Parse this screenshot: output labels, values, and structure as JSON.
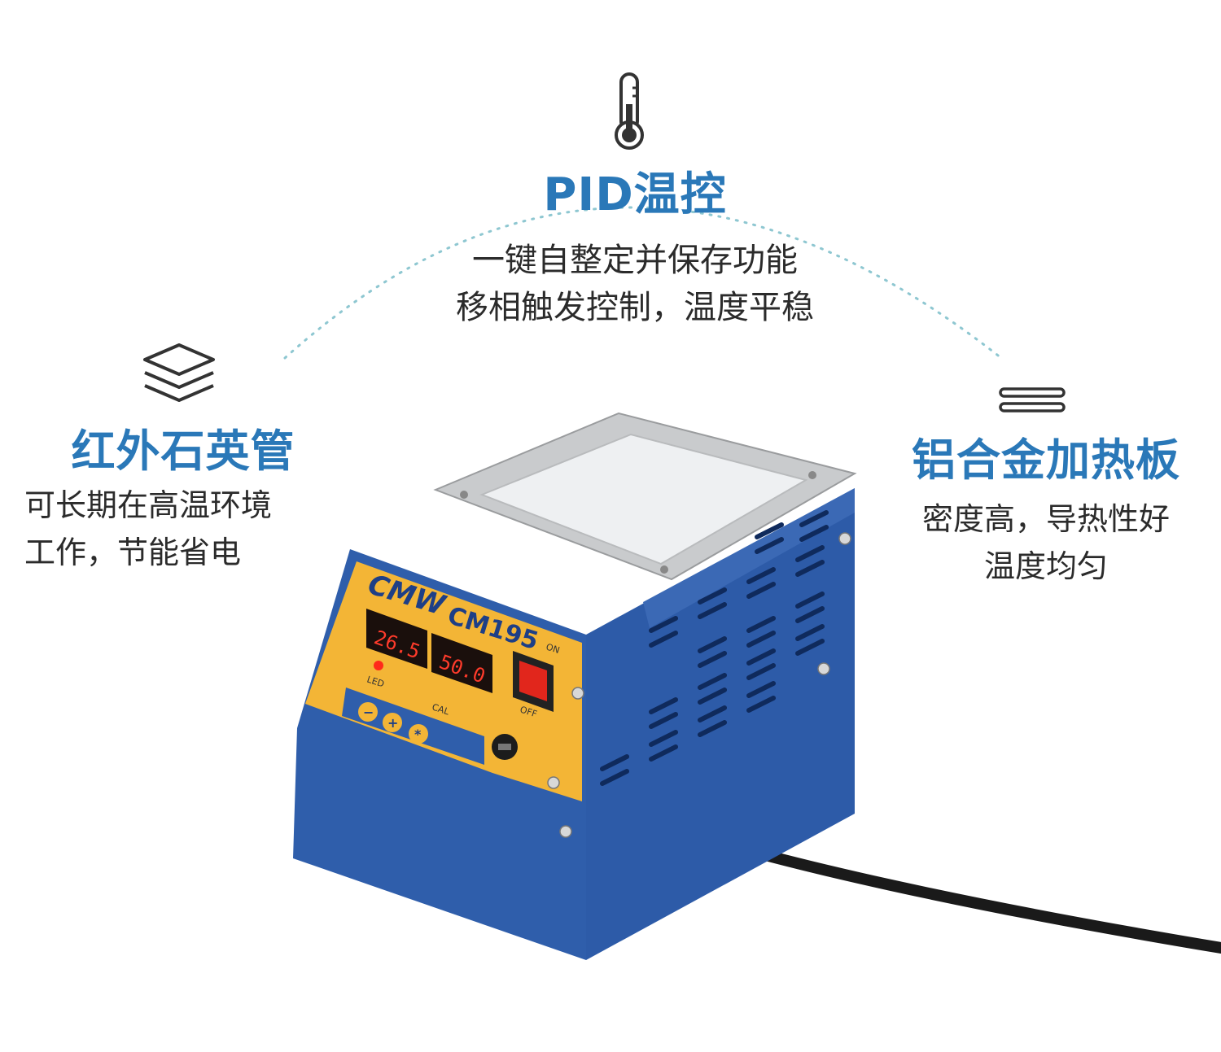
{
  "features": {
    "top": {
      "icon": "thermometer-icon",
      "title": "PID温控",
      "desc_line1": "一键自整定并保存功能",
      "desc_line2": "移相触发控制，温度平稳"
    },
    "left": {
      "icon": "layers-icon",
      "title": "红外石英管",
      "desc_line1": "可长期在高温环境",
      "desc_line2": "工作，节能省电"
    },
    "right": {
      "icon": "heating-plate-icon",
      "title": "铝合金加热板",
      "desc_line1": "密度高，导热性好",
      "desc_line2": "温度均匀"
    }
  },
  "product": {
    "brand": "CMW",
    "model": "CM195",
    "display_left": "26.5",
    "display_right": "50.0",
    "label_led": "LED",
    "label_cal": "CAL",
    "label_on": "ON",
    "label_off": "OFF",
    "button_minus": "−",
    "button_plus": "+",
    "button_star": "*"
  },
  "colors": {
    "accent_blue": "#2a78b8",
    "body_blue": "#2c59a6",
    "panel_yellow": "#f4b234",
    "led_red": "#ff3b2b",
    "text_dark": "#2b2b2b"
  }
}
